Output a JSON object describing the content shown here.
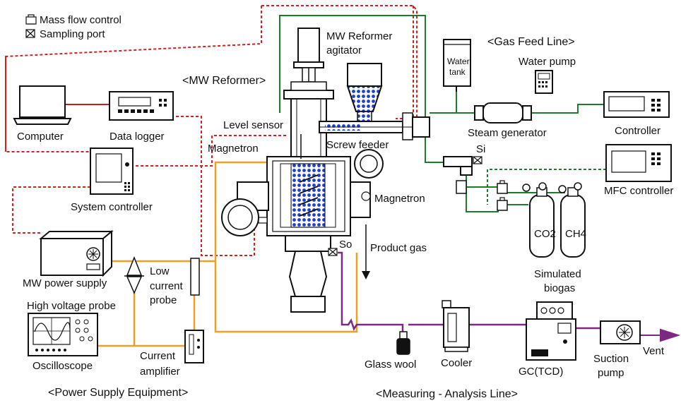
{
  "legend": {
    "mass_flow": "Mass flow control",
    "sampling": "Sampling port"
  },
  "sections": {
    "gas_feed": "<Gas Feed Line>",
    "mw_reformer": "<MW Reformer>",
    "power_supply": "<Power Supply Equipment>",
    "measuring": "<Measuring - Analysis Line>"
  },
  "components": {
    "mw_agitator_1": "MW Reformer",
    "mw_agitator_2": "agitator",
    "water_tank_1": "Water",
    "water_tank_2": "tank",
    "water_pump": "Water pump",
    "computer": "Computer",
    "data_logger": "Data logger",
    "level_sensor": "Level sensor",
    "screw_feeder": "Screw feeder",
    "magnetron_left": "Magnetron",
    "magnetron_right": "Magnetron",
    "steam_generator": "Steam generator",
    "controller": "Controller",
    "system_controller": "System controller",
    "mfc_controller": "MFC controller",
    "si_label": "Si",
    "so_label": "So",
    "product_gas": "Product gas",
    "co2": "CO2",
    "ch4": "CH4",
    "simulated_biogas_1": "Simulated",
    "simulated_biogas_2": "biogas",
    "mw_power_supply": "MW power supply",
    "low_current_probe_1": "Low",
    "low_current_probe_2": "current",
    "low_current_probe_3": "probe",
    "high_voltage_probe": "High voltage probe",
    "oscilloscope": "Oscilloscope",
    "current_amplifier_1": "Current",
    "current_amplifier_2": "amplifier",
    "glass_wool": "Glass wool",
    "cooler": "Cooler",
    "gc_tcd": "GC(TCD)",
    "suction_pump_1": "Suction",
    "suction_pump_2": "pump",
    "vent": "Vent"
  },
  "colors": {
    "signal_line": "#d42020",
    "gas_feed_line": "#1f7a2e",
    "power_line": "#f0a020",
    "measuring_line": "#7a2a80",
    "granule": "#1f3fd0",
    "outline": "#111111"
  }
}
